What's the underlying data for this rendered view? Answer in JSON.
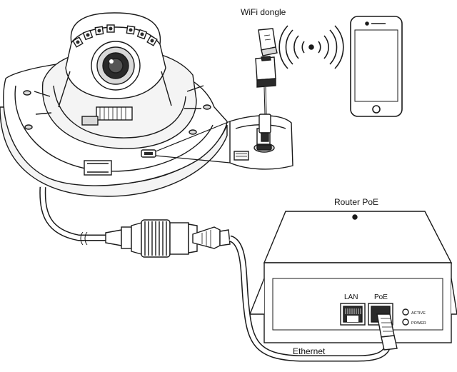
{
  "labels": {
    "wifi_dongle": "WiFi dongle",
    "router_poe": "Router PoE",
    "ethernet": "Ethernet",
    "port_lan": "LAN",
    "port_poe": "PoE",
    "led_active": "ACTIVE",
    "led_power": "POWER"
  },
  "colors": {
    "stroke": "#1a1a1a",
    "fill_light": "#f4f4f4",
    "fill_mid": "#d9d9d9",
    "fill_dark": "#2a2a2a"
  },
  "icons": {
    "phone": "smartphone-icon",
    "signal": "wifi-signal-icon",
    "dongle": "usb-dongle-icon"
  }
}
